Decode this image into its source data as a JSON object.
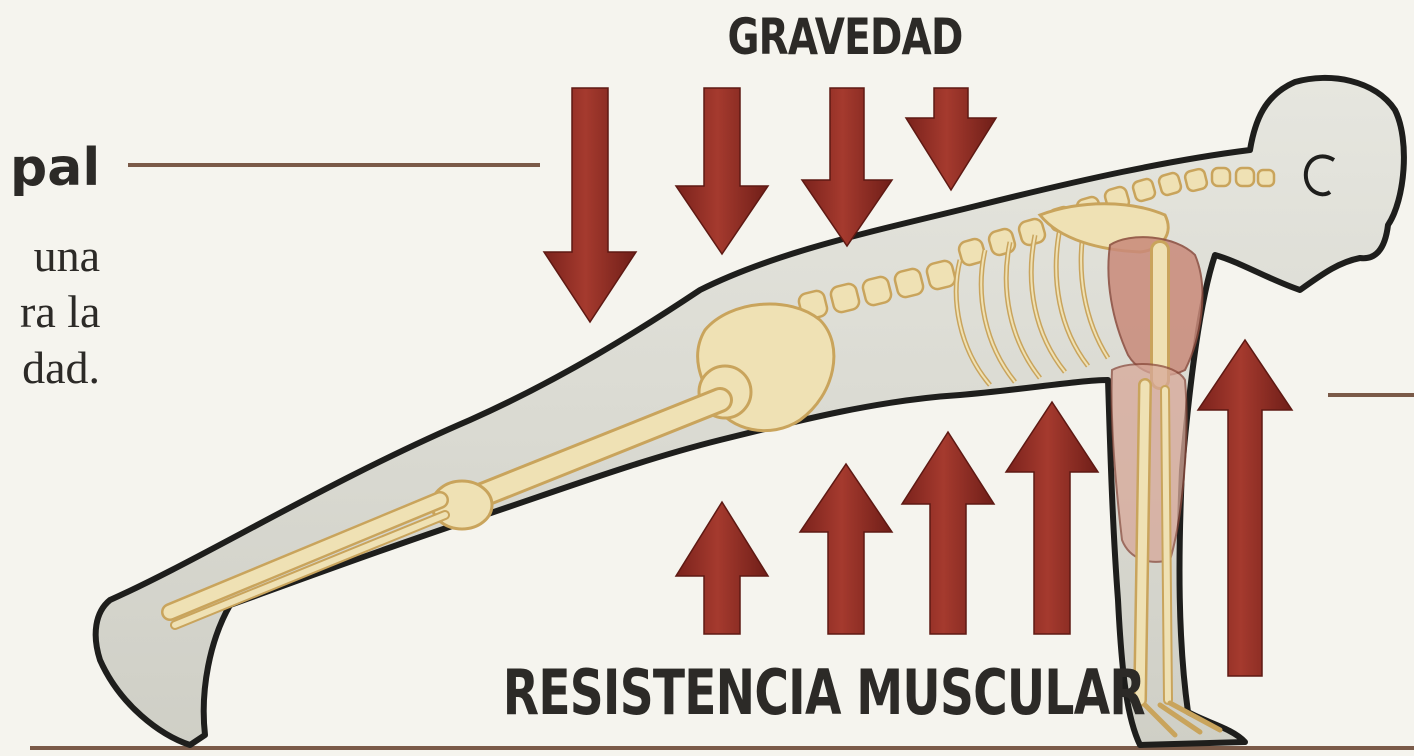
{
  "diagram": {
    "top_label": "GRAVEDAD",
    "bottom_label": "RESISTENCIA MUSCULAR",
    "side_heading": "pal",
    "side_text_lines": [
      "una",
      "ra la",
      "dad."
    ]
  },
  "colors": {
    "background": "#f5f4ee",
    "arrow": "#8e2a22",
    "text": "#2c2a27",
    "leader_line": "#7a5a48",
    "body_fill": "#dcdcd4",
    "bone": "#efe1b4",
    "bone_outline": "#c9a45c",
    "muscle": "#c98a7a"
  },
  "icons": {
    "gravity_arrows": "arrow-down-icon",
    "resistance_arrows": "arrow-up-icon"
  }
}
